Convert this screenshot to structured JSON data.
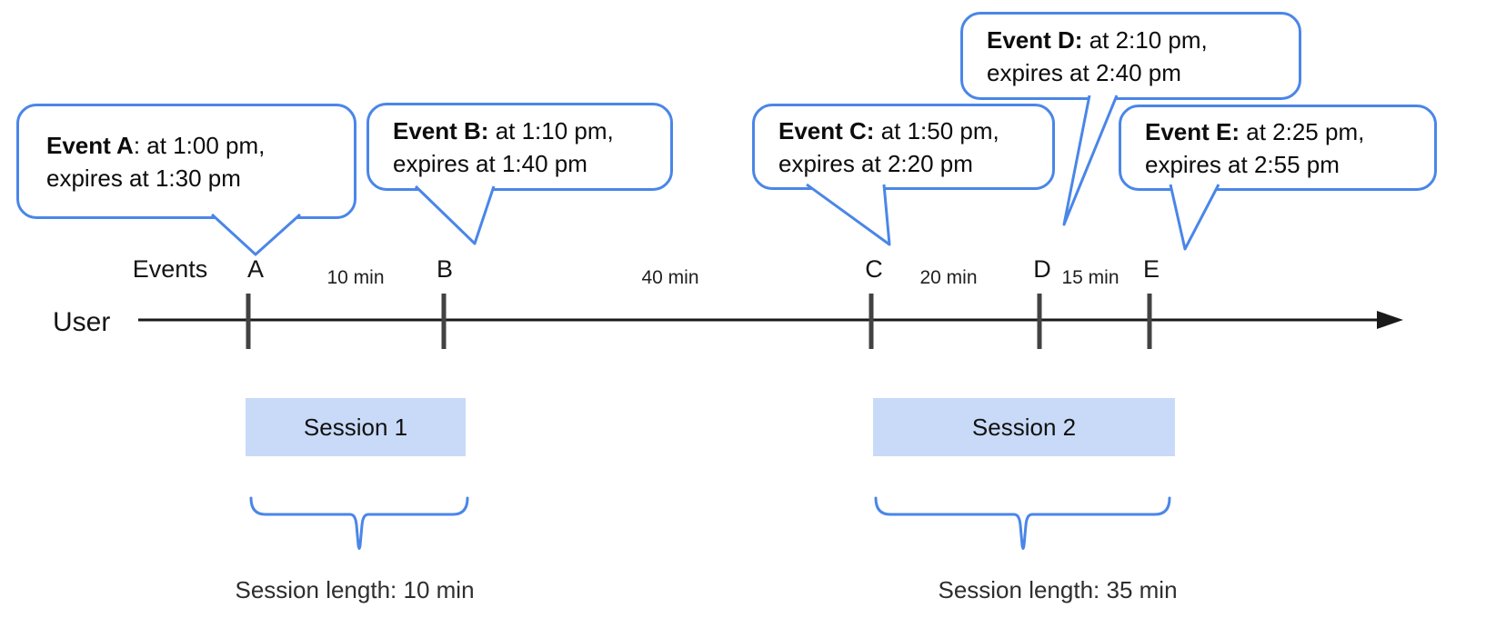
{
  "colors": {
    "accent_blue": "#4a86e8",
    "session_fill": "#c9daf8",
    "axis_black": "#1a1a1a",
    "tick_gray": "#424242"
  },
  "bubbles": [
    {
      "id": "A",
      "title": "Event A",
      "rest": ": at 1:00 pm,",
      "line2": "expires at 1:30 pm"
    },
    {
      "id": "B",
      "title": "Event B:",
      "rest": " at 1:10 pm,",
      "line2": "expires at 1:40 pm"
    },
    {
      "id": "C",
      "title": "Event C:",
      "rest": " at 1:50 pm,",
      "line2": "expires at 2:20 pm"
    },
    {
      "id": "D",
      "title": "Event D:",
      "rest": " at 2:10 pm,",
      "line2": "expires at 2:40 pm"
    },
    {
      "id": "E",
      "title": "Event E:",
      "rest": " at 2:25 pm,",
      "line2": "expires at 2:55 pm"
    }
  ],
  "timeline": {
    "row_label": "User",
    "events_label": "Events",
    "event_markers": [
      "A",
      "B",
      "C",
      "D",
      "E"
    ],
    "gap_labels": [
      "10 min",
      "40 min",
      "20 min",
      "15 min"
    ]
  },
  "sessions": [
    {
      "label": "Session 1",
      "length": "Session length: 10 min"
    },
    {
      "label": "Session 2",
      "length": "Session length: 35 min"
    }
  ]
}
